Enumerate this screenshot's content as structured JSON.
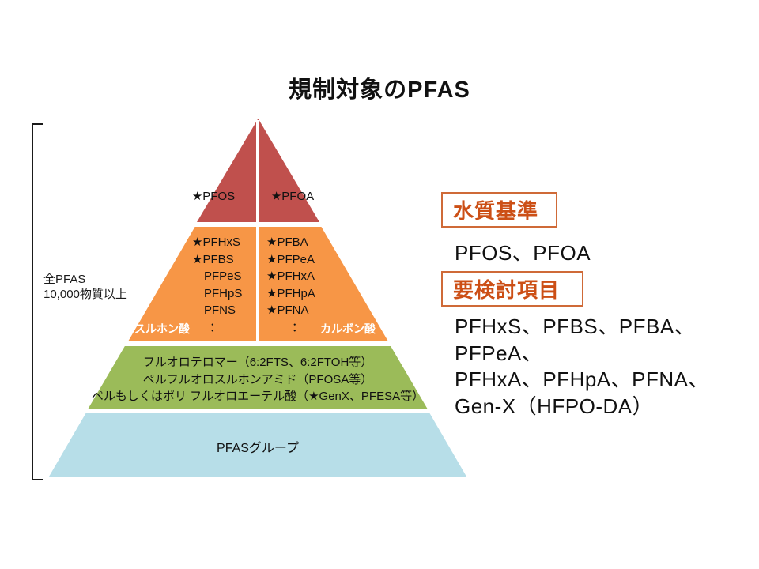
{
  "title": "規制対象のPFAS",
  "bracket": {
    "label_line1": "全PFAS",
    "label_line2": "10,000物質以上"
  },
  "pyramid": {
    "level1": {
      "color": "#c0504d",
      "left": "★PFOS",
      "right": "★PFOA"
    },
    "level2": {
      "color": "#f79646",
      "left_items": [
        "★PFHxS",
        "★PFBS",
        "PFPeS",
        "PFHpS",
        "PFNS",
        "："
      ],
      "right_items": [
        "★PFBA",
        "★PFPeA",
        "★PFHxA",
        "★PFHpA",
        "★PFNA",
        "："
      ],
      "left_caption": "スルホン酸",
      "right_caption": "カルボン酸"
    },
    "level3": {
      "color": "#9bbb59",
      "lines": [
        "フルオロテロマー（6:2FTS、6:2FTOH等）",
        "ペルフルオロスルホンアミド（PFOSA等）",
        "ペルもしくはポリ フルオロエーテル酸（★GenX、PFESA等）"
      ]
    },
    "level4": {
      "color": "#b7dee8",
      "label": "PFASグループ"
    }
  },
  "callouts": {
    "accent_text_color": "#cc4f16",
    "accent_border_color": "#cf6a38",
    "water_quality": {
      "heading": "水質基準",
      "body": "PFOS、PFOA"
    },
    "review": {
      "heading": "要検討項目",
      "lines": [
        "PFHxS、PFBS、PFBA、PFPeA、",
        "PFHxA、PFHpA、PFNA、",
        "Gen-X（HFPO-DA）"
      ]
    }
  }
}
